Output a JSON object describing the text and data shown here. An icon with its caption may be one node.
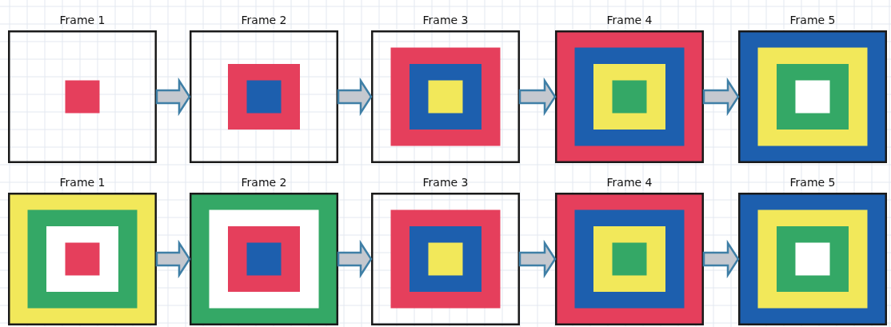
{
  "diagram": {
    "nodes": [
      {
        "text": [
          "Frame 1"
        ]
      },
      {
        "text": [
          "Frame 2"
        ]
      },
      {
        "text": [
          "Frame 3"
        ]
      },
      {
        "text": [
          "Frame 4"
        ]
      },
      {
        "text": [
          "Frame 5"
        ]
      },
      {
        "text": [
          "Frame 1"
        ]
      },
      {
        "text": [
          "Frame 2"
        ]
      },
      {
        "text": [
          "Frame 3"
        ]
      },
      {
        "text": [
          "Frame 4"
        ]
      },
      {
        "text": [
          "Frame 5"
        ]
      }
    ],
    "edges": [
      {
        "from": 0,
        "to": 1,
        "arrow": "to"
      },
      {
        "from": 1,
        "to": 2,
        "arrow": "to"
      },
      {
        "from": 2,
        "to": 3,
        "arrow": "to"
      },
      {
        "from": 3,
        "to": 4,
        "arrow": "to"
      },
      {
        "from": 5,
        "to": 6,
        "arrow": "to"
      },
      {
        "from": 6,
        "to": 7,
        "arrow": "to"
      },
      {
        "from": 7,
        "to": 8,
        "arrow": "to"
      },
      {
        "from": 8,
        "to": 9,
        "arrow": "to"
      }
    ]
  }
}
